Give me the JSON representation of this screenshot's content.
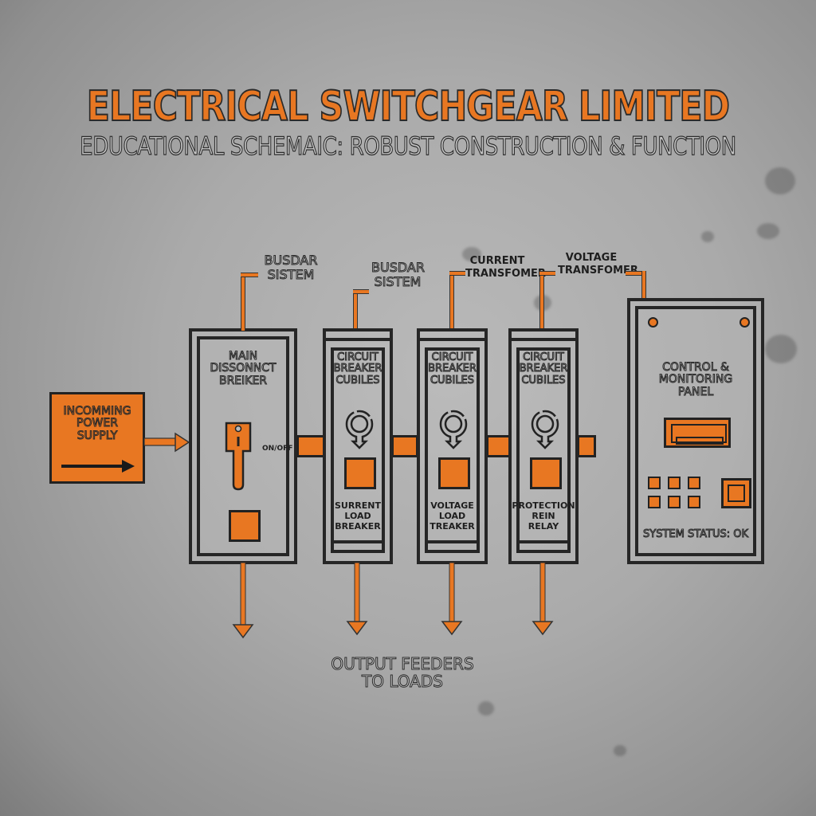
{
  "header": {
    "title": "ELECTRICAL SWITCHGEAR LIMITED",
    "subtitle": "EDUCATIONAL SCHEMAIC: ROBUST CONSTRUCTION & FUNCTION"
  },
  "colors": {
    "accent": "#e87722",
    "outline": "#262626",
    "background": "#aaaaaa"
  },
  "callouts": [
    {
      "label_line1": "BUSDAR",
      "label_line2": "SISTEM"
    },
    {
      "label_line1": "BUSDAR",
      "label_line2": "SISTEM"
    },
    {
      "label_line1": "CURRENT",
      "label_line2": "TRANSFOMER"
    },
    {
      "label_line1": "VOLTAGE",
      "label_line2": "TRANSFOMER"
    }
  ],
  "incoming": {
    "label_line1": "INCOMMING",
    "label_line2": "POWER",
    "label_line3": "SUPPLY",
    "icon": "arrow-right-icon"
  },
  "main_breaker": {
    "label_line1": "MAIN",
    "label_line2": "DISSONNCT",
    "label_line3": "BREIKER",
    "switch_label": "ON/OFF"
  },
  "cubicles": [
    {
      "header_line1": "CIRCUIT",
      "header_line2": "BREAKER",
      "header_line3": "CUBILES",
      "footer_line1": "SURRENT",
      "footer_line2": "LOAD",
      "footer_line3": "BREAKER"
    },
    {
      "header_line1": "CIRCUIT",
      "header_line2": "BREAKER",
      "header_line3": "CUBILES",
      "footer_line1": "VOLTAGE",
      "footer_line2": "LOAD",
      "footer_line3": "TREAKER"
    },
    {
      "header_line1": "CIRCUIT",
      "header_line2": "BREAKER",
      "header_line3": "CUBILES",
      "footer_line1": "PROTECTION",
      "footer_line2": "REIN",
      "footer_line3": "RELAY"
    }
  ],
  "control_panel": {
    "label_line1": "CONTROL &",
    "label_line2": "MONITORING",
    "label_line3": "PANEL",
    "status": "SYSTEM STATUS: OK"
  },
  "output": {
    "label_line1": "OUTPUT FEEDERS",
    "label_line2": "TO LOADS"
  }
}
